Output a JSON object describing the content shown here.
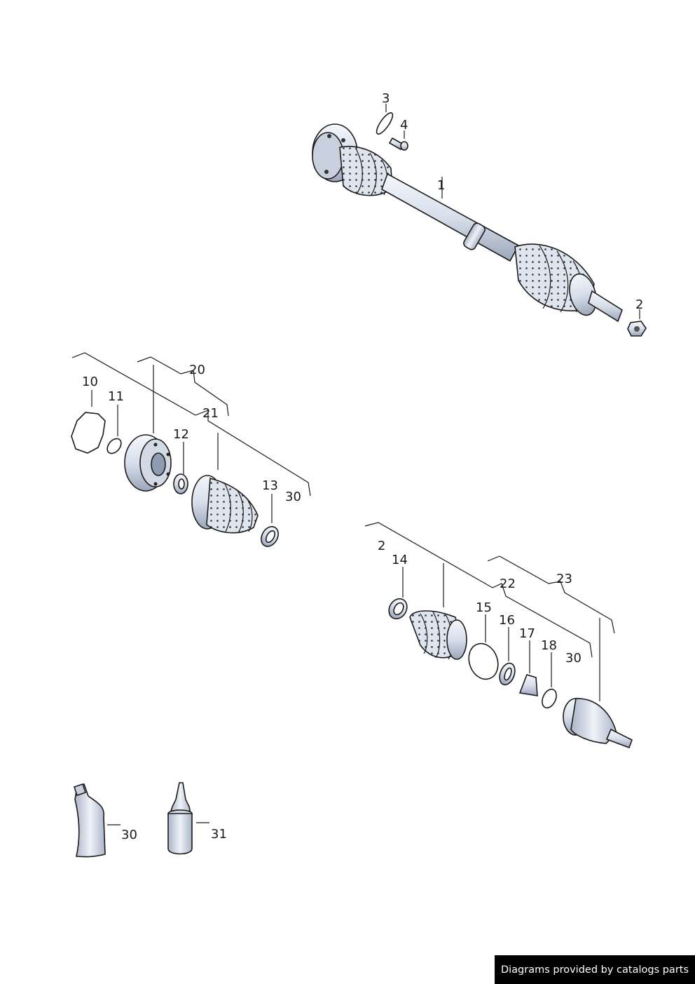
{
  "callouts": {
    "c1": "1",
    "c2a": "2",
    "c3": "3",
    "c4": "4",
    "c10": "10",
    "c11": "11",
    "c12": "12",
    "c13": "13",
    "c20": "20",
    "c21": "21",
    "c30a": "30",
    "c2b": "2",
    "c14": "14",
    "c15": "15",
    "c16": "16",
    "c17": "17",
    "c18": "18",
    "c22": "22",
    "c23": "23",
    "c30b": "30",
    "c30c": "30",
    "c31": "31"
  },
  "credit": "Diagrams provided by catalogs parts",
  "colors": {
    "steel_light": "#e9eef7",
    "steel_mid": "#c7d0df",
    "steel_dark": "#8a96ab",
    "line": "#1a1a1a"
  }
}
